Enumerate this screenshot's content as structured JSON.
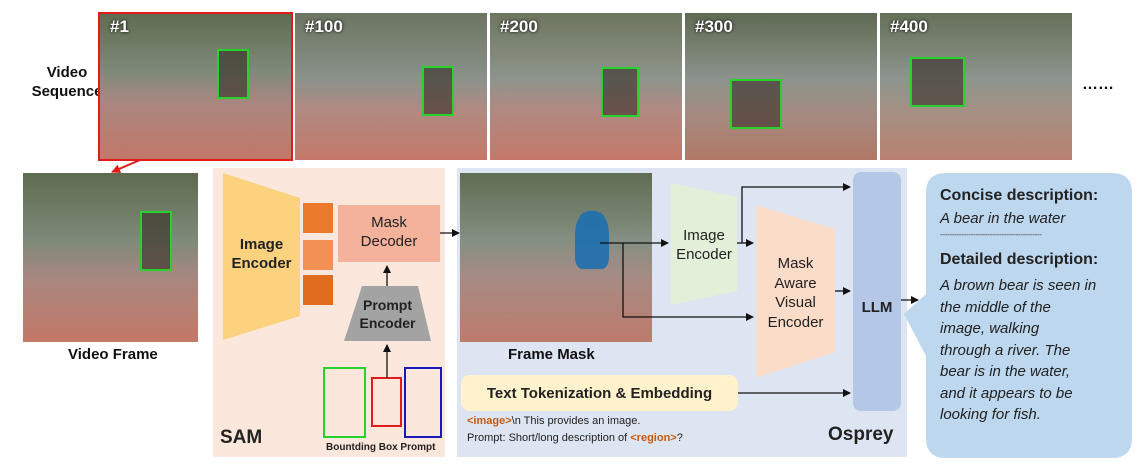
{
  "diagram": {
    "sequence_label": [
      "Video",
      "Sequence"
    ],
    "frame_labels": [
      "#1",
      "#100",
      "#200",
      "#300",
      "#400"
    ],
    "ellipsis": "……",
    "video_frame_label": "Video Frame",
    "sam": {
      "title": "SAM",
      "image_encoder": [
        "Image",
        "Encoder"
      ],
      "mask_decoder": [
        "Mask",
        "Decoder"
      ],
      "prompt_encoder": [
        "Prompt",
        "Encoder"
      ],
      "bbox_prompt_label": "Bountding Box Prompt"
    },
    "osprey": {
      "title": "Osprey",
      "frame_mask_label": "Frame Mask",
      "image_encoder": [
        "Image",
        "Encoder"
      ],
      "mask_encoder": [
        "Mask",
        "Aware",
        "Visual",
        "Encoder"
      ],
      "llm": "LLM",
      "text_tokenization": "Text Tokenization & Embedding",
      "prompt_image_tag": "<image>",
      "prompt_line1_rest": "\\n This provides an image.",
      "prompt_line2_prefix": "Prompt: Short/long description of ",
      "prompt_region_tag": "<region>",
      "prompt_line2_suffix": "?"
    },
    "output": {
      "concise_title": "Concise description:",
      "concise_text": "A bear in the water",
      "divider": "-------------------------------------------",
      "detailed_title": "Detailed description:",
      "detailed_lines": [
        "A brown bear is seen in",
        "the middle of the",
        "image, walking",
        "through a river. The",
        "bear is in the water,",
        "and it appears to be",
        "looking for fish."
      ]
    }
  },
  "colors": {
    "bbox_green": "#27d22a",
    "highlight_red": "#e31b1b",
    "sam_bg": "#fbe7dc",
    "osprey_bg": "#dde5f2",
    "encoder_yellow": "#fcd27f",
    "feature_orange": "#ec7a2c",
    "decoder_salmon": "#f4b29a",
    "prompt_gray": "#a3a3a3",
    "green_encoder": "#e2efd9",
    "peach_encoder": "#fbdcc9",
    "llm_blue": "#b4c7e7",
    "text_box_yellow": "#fff2cc",
    "bubble_blue": "#bdd7ee",
    "tag_brown": "#c55a11"
  }
}
